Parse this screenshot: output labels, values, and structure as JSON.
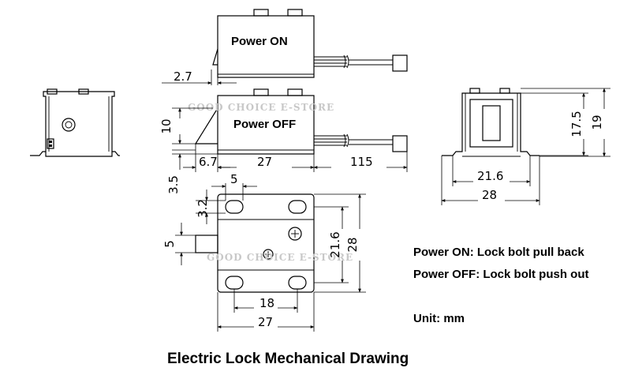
{
  "drawing": {
    "title": "Electric Lock Mechanical Drawing",
    "watermark": "GOOD CHOICE E-STORE",
    "state_labels": {
      "power_on": "Power ON",
      "power_off": "Power OFF"
    },
    "notes": {
      "power_on_label": "Power ON",
      "power_on_desc": ": Lock bolt pull back",
      "power_off_label": "Power OFF",
      "power_off_desc": ": Lock bolt push out",
      "unit": "Unit: mm"
    },
    "dimensions": {
      "bolt_gap": "2.7",
      "body_height": "10",
      "bolt_extend": "6.7",
      "body_length": "27",
      "wire_length": "115",
      "bolt_height": "3.5",
      "hole_pitch_x": "5",
      "hole_pitch_y": "3.2",
      "bolt_width": "5",
      "plate_inner": "21.6",
      "plate_outer": "28",
      "hole_spacing": "18",
      "plate_length": "27",
      "side_inner_w": "21.6",
      "side_outer_w": "28",
      "side_inner_h": "17.5",
      "side_outer_h": "19"
    }
  }
}
